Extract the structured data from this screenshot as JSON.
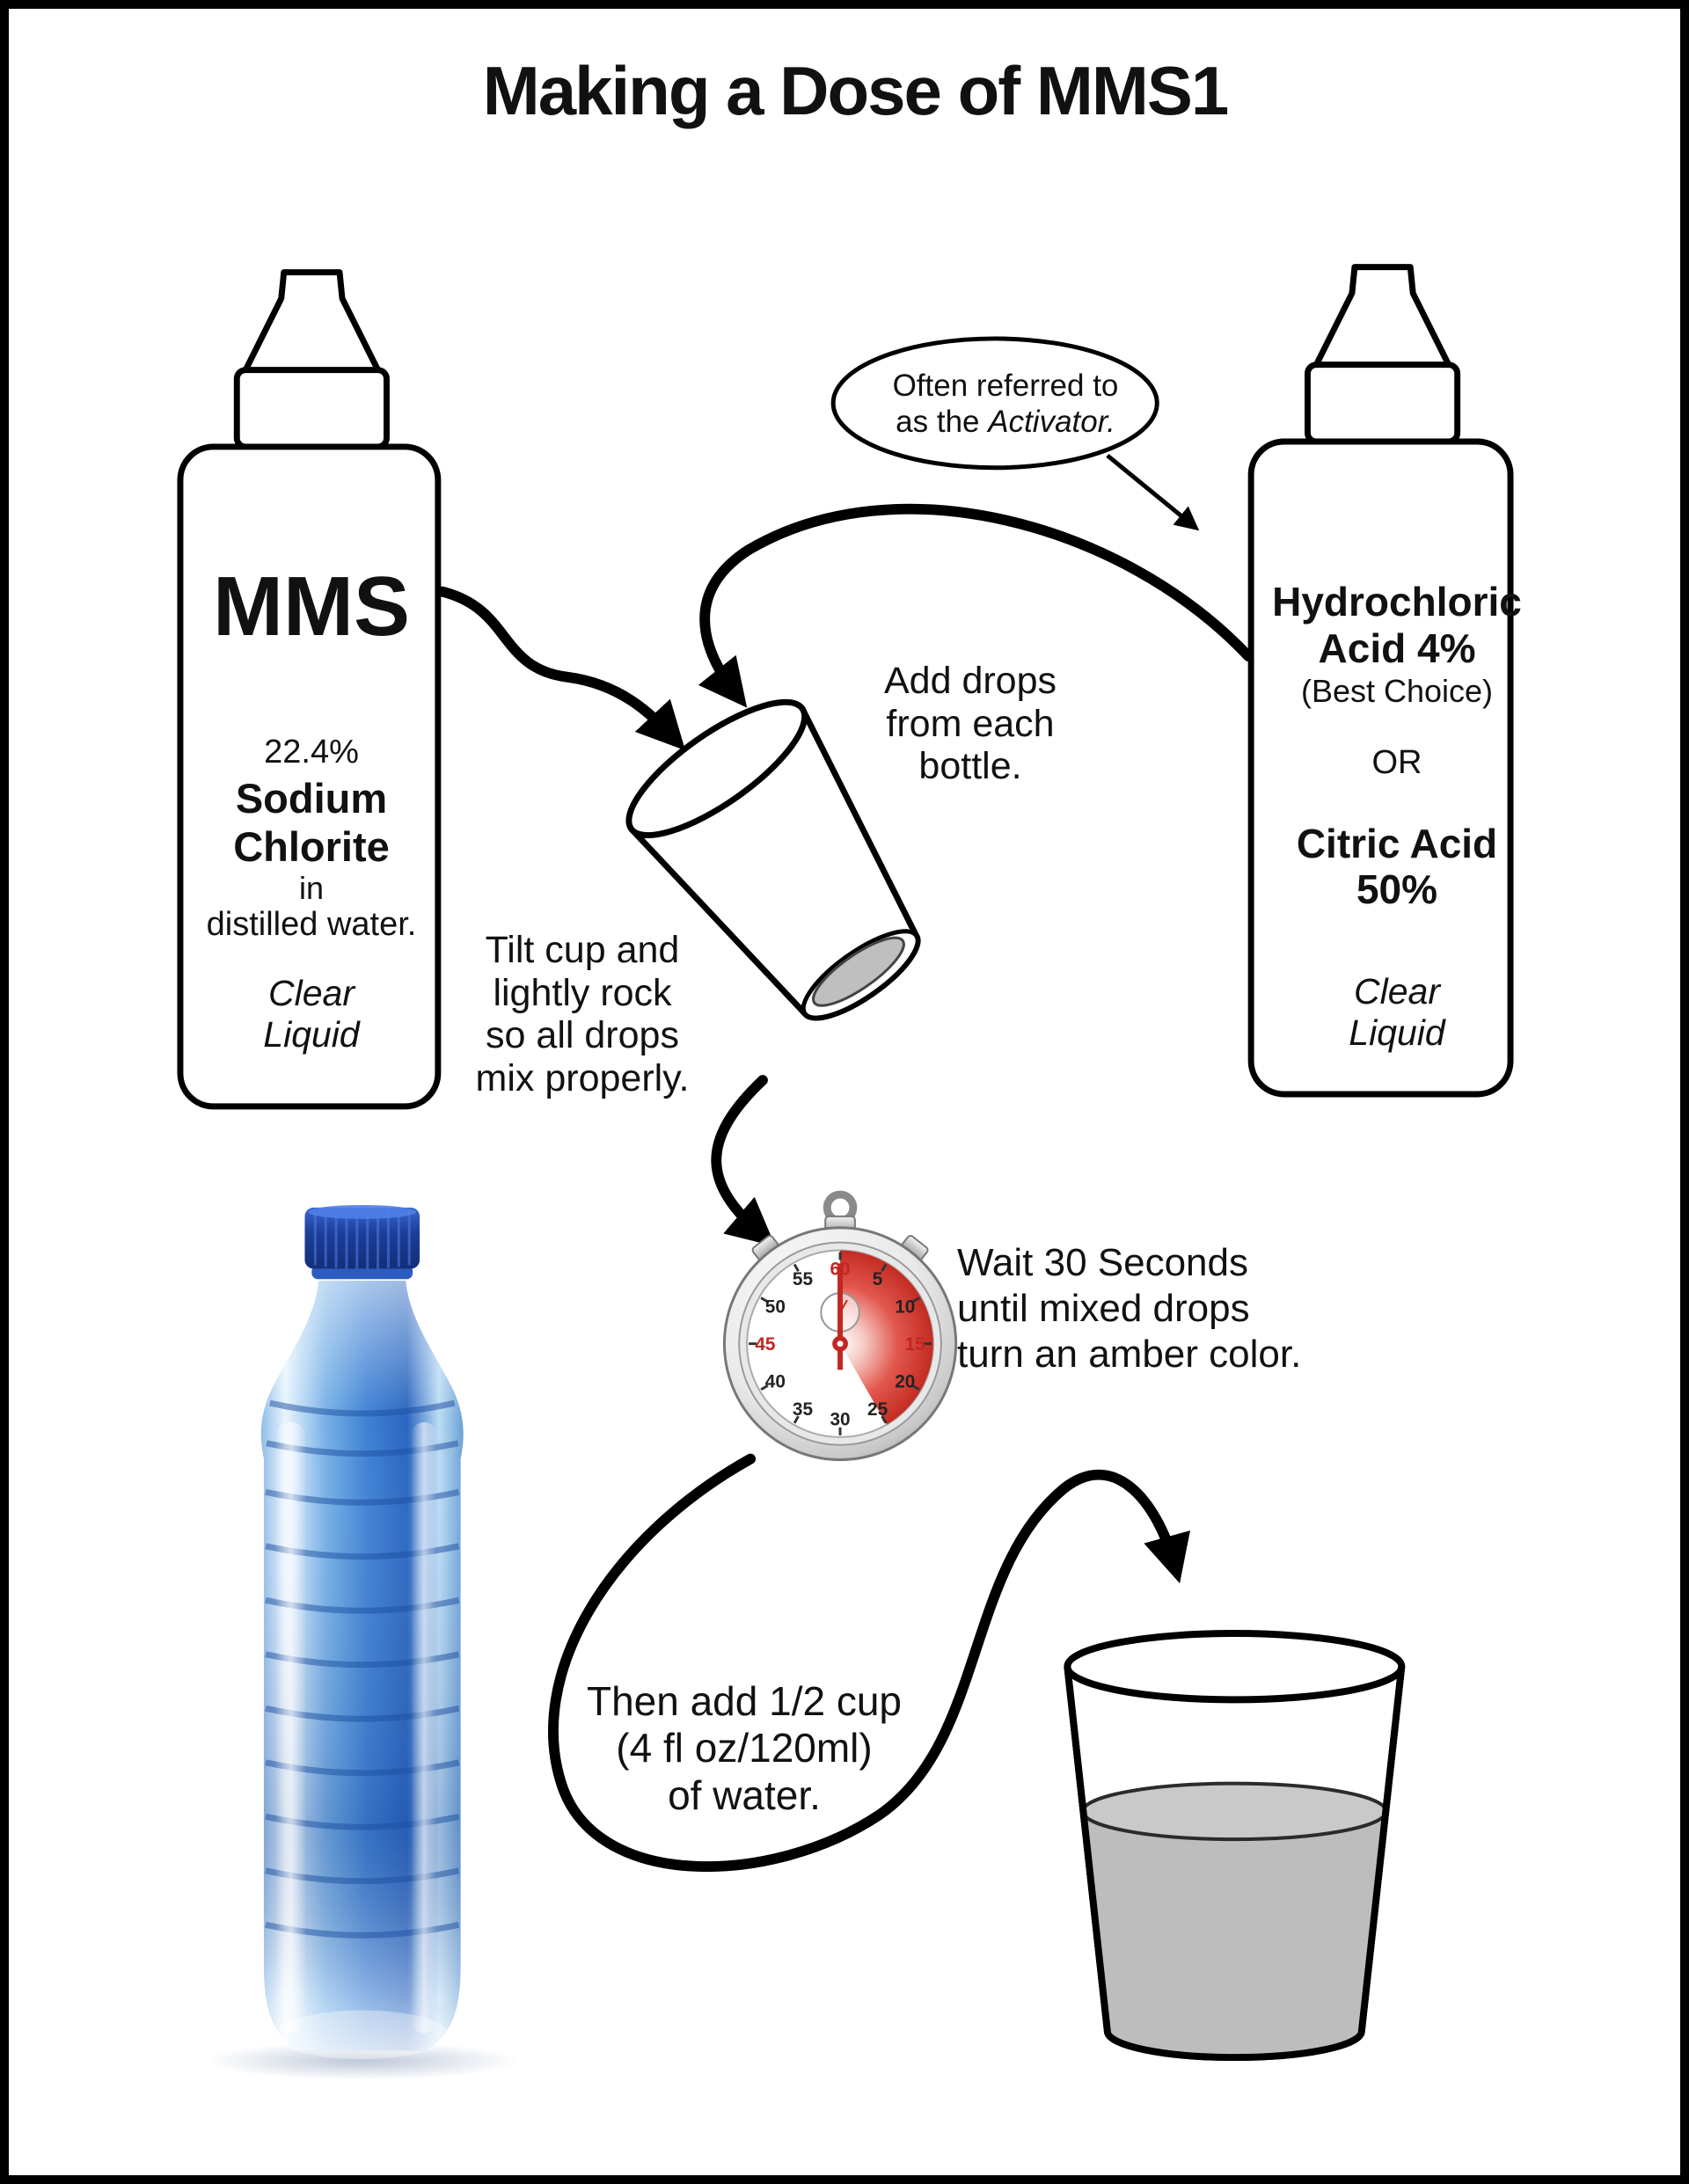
{
  "title": "Making a Dose of MMS1",
  "left_bottle": {
    "brand": "MMS",
    "concentration": "22.4%",
    "chemical": [
      "Sodium",
      "Chlorite"
    ],
    "diluent": [
      "in",
      "distilled water."
    ],
    "appearance": [
      "Clear",
      "Liquid"
    ]
  },
  "right_bottle": {
    "primary": [
      "Hydrochloric",
      "Acid 4%"
    ],
    "primary_note": "(Best Choice)",
    "or": "OR",
    "alternative": [
      "Citric Acid",
      "50%"
    ],
    "appearance": [
      "Clear",
      "Liquid"
    ]
  },
  "callout": {
    "line1": "Often referred to",
    "line2_plain": "as the ",
    "line2_italic": "Activator."
  },
  "steps": {
    "add_drops": [
      "Add drops",
      "from each",
      "bottle."
    ],
    "tilt": [
      "Tilt cup and",
      "lightly rock",
      "so all drops",
      "mix properly."
    ],
    "wait": [
      "Wait 30 Seconds",
      "until mixed drops",
      "turn an amber color."
    ],
    "water": [
      "Then add 1/2 cup",
      "(4 fl oz/120ml)",
      "of water."
    ]
  },
  "stopwatch": {
    "ticks": [
      "60",
      "5",
      "10",
      "15",
      "20",
      "25",
      "30",
      "35",
      "40",
      "45",
      "50",
      "55"
    ]
  },
  "colors": {
    "accent_red": "#c22722",
    "liquid_gray": "#c2c2c2",
    "bottle_blue": "#2f6fd0"
  }
}
